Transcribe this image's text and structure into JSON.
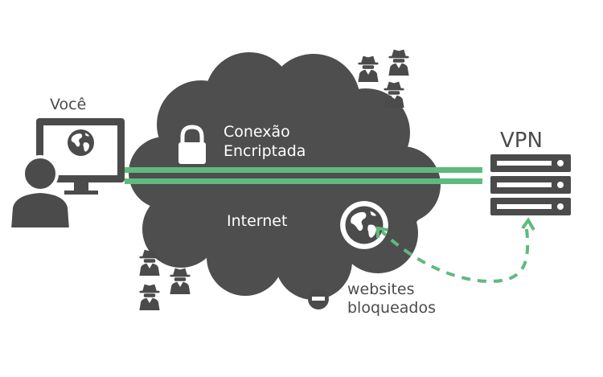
{
  "labels": {
    "you": "Você",
    "encrypted": "Conexão\nEncriptada",
    "internet": "Internet",
    "vpn": "VPN",
    "blocked": "websites\nbloqueados"
  },
  "colors": {
    "primary_gray": "#4b4b4b",
    "cloud_gray": "#4e4e4e",
    "line_green": "#5fba7d",
    "background": "#ffffff",
    "text_light": "#ffffff"
  },
  "icons": {
    "user": "person-icon",
    "computer": "monitor-icon",
    "globe": "globe-icon",
    "lock": "lock-icon",
    "server": "server-icon",
    "spy": "spy-icon",
    "blocked": "minus-circle-icon"
  }
}
